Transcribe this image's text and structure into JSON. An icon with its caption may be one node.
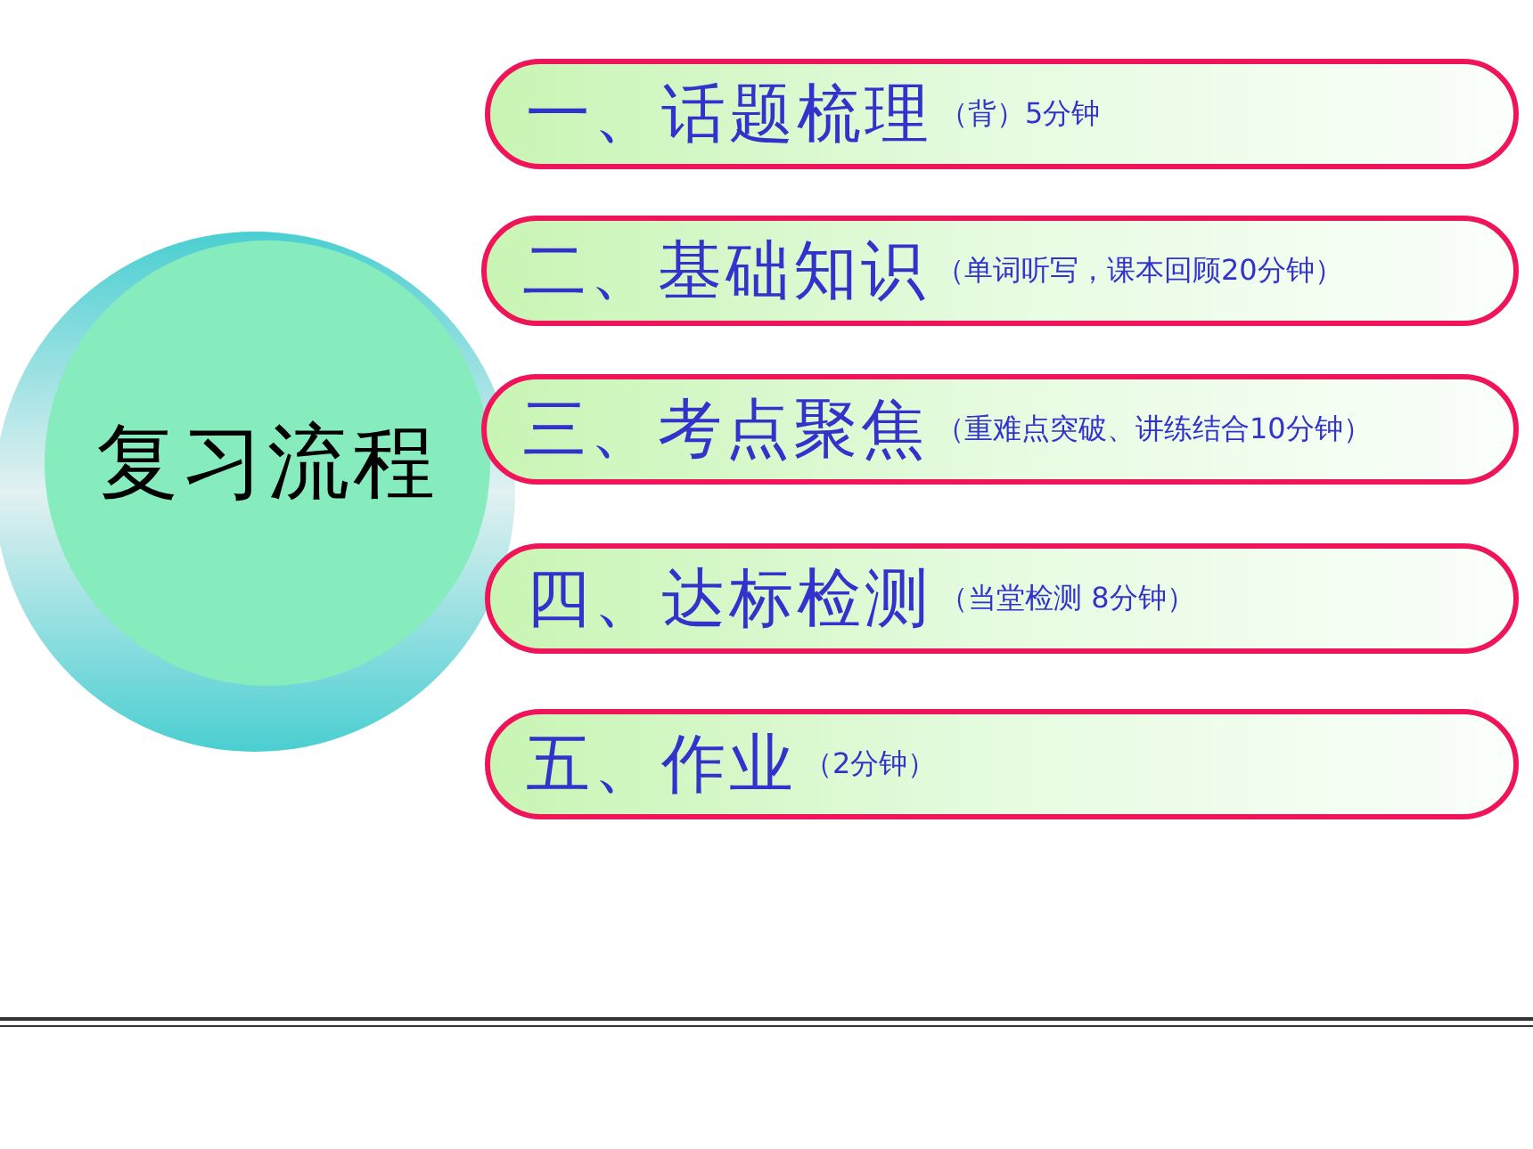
{
  "diagram": {
    "nodes": [
      {
        "text": [
          "复习流程"
        ]
      },
      {
        "text": [
          "一、话题梳理",
          "（背）5分钟"
        ]
      },
      {
        "text": [
          "二、基础知识",
          "（单词听写，课本回顾20分钟）"
        ]
      },
      {
        "text": [
          "三、考点聚焦",
          "（重难点突破、讲练结合10分钟）"
        ]
      },
      {
        "text": [
          "四、达标检测",
          "（当堂检测 8分钟）"
        ]
      },
      {
        "text": [
          "五、作业",
          "（2分钟）"
        ]
      }
    ]
  }
}
